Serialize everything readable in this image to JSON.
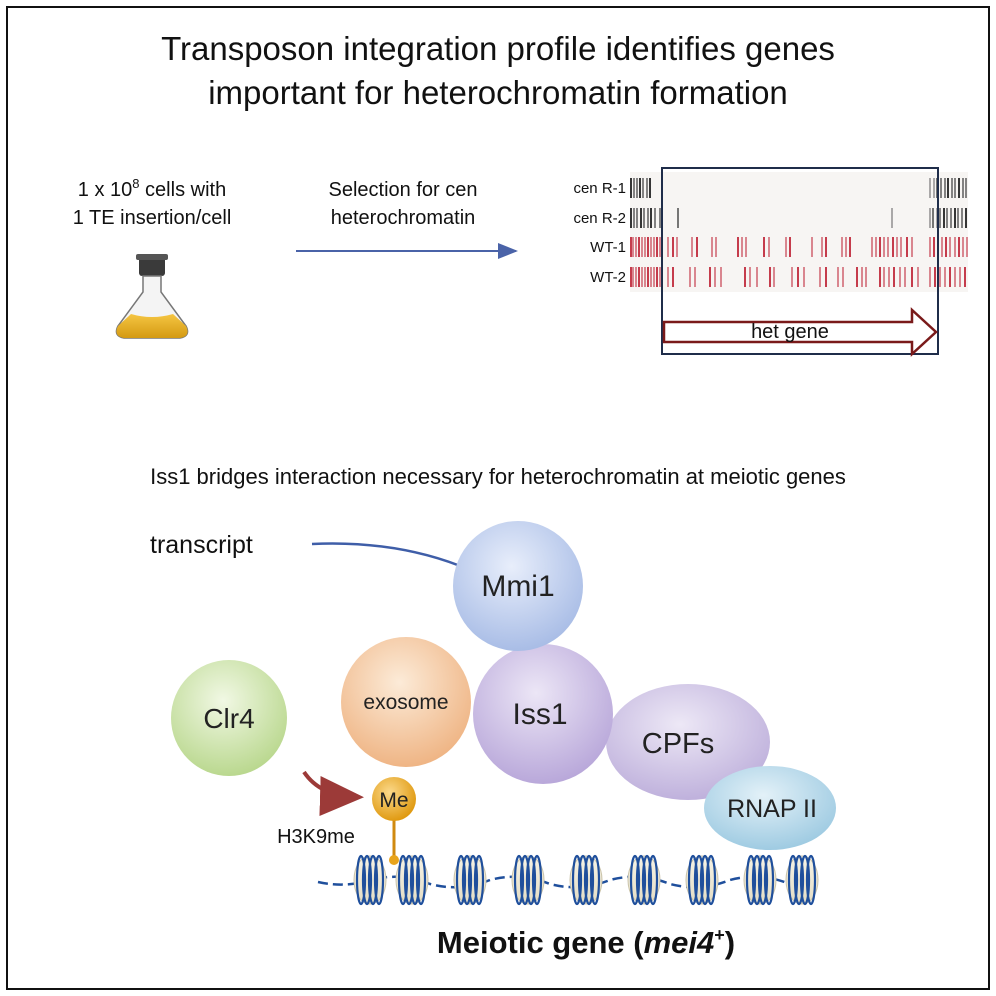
{
  "title": {
    "line1": "Transposon integration profile identifies genes",
    "line2": "important for heterochromatin formation"
  },
  "top_panel": {
    "cells_line1_prefix": "1 x 10",
    "cells_line1_exponent": "8",
    "cells_line1_suffix": " cells with",
    "cells_line2": "1 TE insertion/cell",
    "selection_line1": "Selection for cen",
    "selection_line2": "heterochromatin",
    "tracks": [
      {
        "label": "cen R-1",
        "color": "#222222"
      },
      {
        "label": "cen R-2",
        "color": "#222222"
      },
      {
        "label": "WT-1",
        "color": "#c0283a"
      },
      {
        "label": "WT-2",
        "color": "#c0283a"
      }
    ],
    "gene_label": "het gene"
  },
  "bottom_panel": {
    "heading": "Iss1 bridges interaction necessary for heterochromatin at meiotic genes",
    "transcript": "transcript",
    "mmi1": "Mmi1",
    "clr4": "Clr4",
    "exosome": "exosome",
    "iss1": "Iss1",
    "cpfs": "CPFs",
    "rnap": "RNAP II",
    "me": "Me",
    "h3k9me": "H3K9me",
    "gene_prefix": "Meiotic gene (",
    "gene_italic": "mei4",
    "gene_sup": "+",
    "gene_suffix": ")"
  },
  "colors": {
    "arrow_blue": "#4a63a8",
    "mark_black": "#222222",
    "mark_red": "#c0283a",
    "gene_arrow": "#7a1a1a",
    "dna_blue": "#1f4f9c",
    "me_orange": "#e8a41c",
    "clr4_arrow": "#9c3a38"
  }
}
